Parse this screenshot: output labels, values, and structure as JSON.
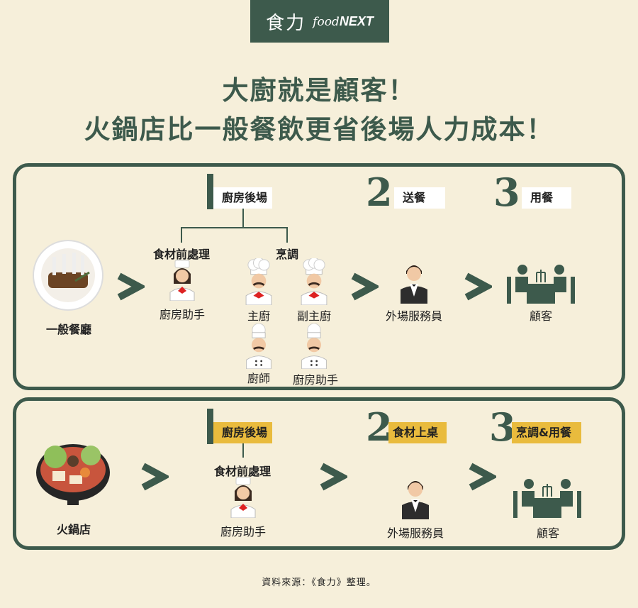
{
  "brand": {
    "zh": "食力",
    "en_food": "food",
    "en_next": "NEXT"
  },
  "headline": {
    "line1": "大廚就是顧客！",
    "line2": "火鍋店比一般餐飲更省後場人力成本！"
  },
  "colors": {
    "background": "#f6efda",
    "green": "#3d5a4c",
    "yellow": "#e9bb3d",
    "white": "#ffffff"
  },
  "top_panel": {
    "restaurant_label": "一般餐廳",
    "step1": {
      "number": "1",
      "label": "廚房後場"
    },
    "step2": {
      "number": "2",
      "label": "送餐"
    },
    "step3": {
      "number": "3",
      "label": "用餐"
    },
    "prep_heading": "食材前處理",
    "cook_heading": "烹調",
    "prep_worker": "廚房助手",
    "cook_staff": [
      "主廚",
      "副主廚",
      "廚師",
      "廚房助手"
    ],
    "server": "外場服務員",
    "customer": "顧客"
  },
  "bottom_panel": {
    "restaurant_label": "火鍋店",
    "step1": {
      "number": "1",
      "label": "廚房後場"
    },
    "step2": {
      "number": "2",
      "label": "食材上桌"
    },
    "step3": {
      "number": "3",
      "label": "烹調&用餐"
    },
    "prep_heading": "食材前處理",
    "prep_worker": "廚房助手",
    "server": "外場服務員",
    "customer": "顧客"
  },
  "icons": [
    "lamb-chops-dish-icon",
    "kitchen-assistant-icon",
    "head-chef-icon",
    "sous-chef-icon",
    "cook-icon",
    "waiter-icon",
    "diners-icon",
    "hotpot-icon",
    "chevron-right-icon"
  ],
  "footer": "資料來源：《食力》整理。"
}
